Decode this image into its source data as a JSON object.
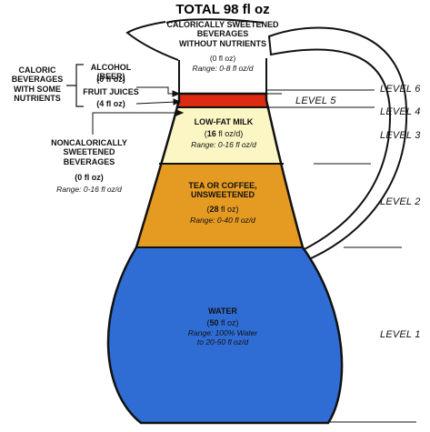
{
  "title": "TOTAL 98 fl oz",
  "top_category": {
    "name_lines": [
      "CALORICALLY SWEETENED",
      "BEVERAGES",
      "WITHOUT NUTRIENTS"
    ],
    "amount": "(0 fl oz)",
    "range": "Range: 0-8 fl oz/d"
  },
  "caloric_group": {
    "label_lines": [
      "CALORIC",
      "BEVERAGES",
      "WITH SOME",
      "NUTRIENTS"
    ],
    "alcohol_name": "ALCOHOL (BEER)",
    "alcohol_amount": "(0 fl oz)",
    "juice_name": "FRUIT JUICES",
    "juice_amount": "(4 fl oz)"
  },
  "noncaloric": {
    "name_lines": [
      "NONCALORICALLY",
      "SWEETENED",
      "BEVERAGES"
    ],
    "amount": "(0 fl oz)",
    "range": "Range: 0-16 fl oz/d"
  },
  "milk": {
    "name": "LOW-FAT MILK",
    "amount_prefix": "(",
    "amount_value": "16",
    "amount_suffix": " fl oz/d)",
    "range": "Range: 0-16 fl oz/d"
  },
  "tea": {
    "name_lines": [
      "TEA OR COFFEE,",
      "UNSWEETENED"
    ],
    "amount_prefix": "(",
    "amount_value": "28",
    "amount_suffix": " fl oz)",
    "range": "Range: 0-40 fl oz/d"
  },
  "water": {
    "name": "WATER",
    "amount_prefix": "(",
    "amount_value": "50",
    "amount_suffix": " fl oz)",
    "range_lines": [
      "Range: 100% Water",
      "to 20-50 fl oz/d"
    ]
  },
  "levels": {
    "level6": "LEVEL 6",
    "level5": "LEVEL 5",
    "level4": "LEVEL 4",
    "level3": "LEVEL 3",
    "level2": "LEVEL 2",
    "level1": "LEVEL 1"
  },
  "colors": {
    "water": "#2f6dd4",
    "tea": "#e59a22",
    "milk": "#fbf6c4",
    "juice": "#de2a10",
    "outline": "#111111"
  }
}
